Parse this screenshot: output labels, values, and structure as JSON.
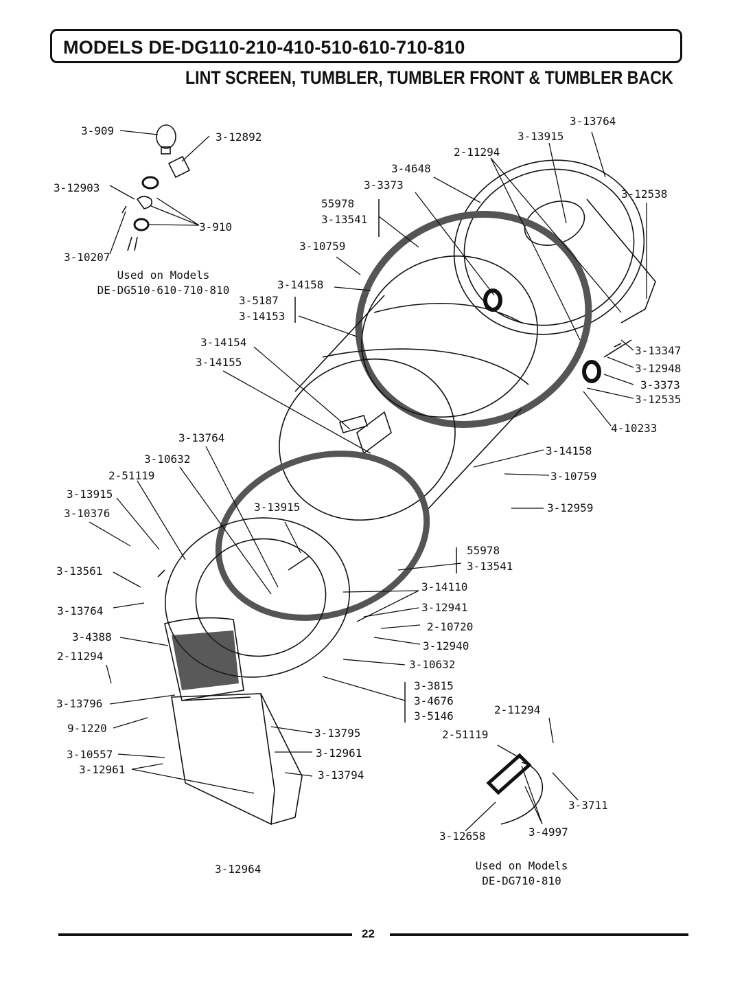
{
  "header": {
    "title": "MODELS DE-DG110-210-410-510-610-710-810",
    "subtitle": "LINT SCREEN, TUMBLER, TUMBLER FRONT & TUMBLER BACK"
  },
  "labels": {
    "l3909": "3-909",
    "l12892": "3-12892",
    "l12903": "3-12903",
    "l910": "3-910",
    "l10207": "3-10207",
    "l13764a": "3-13764",
    "l13915a": "3-13915",
    "l11294a": "2-11294",
    "l4648": "3-4648",
    "l3373a": "3-3373",
    "l55978a": "55978",
    "l13541a": "3-13541",
    "l12538": "3-12538",
    "l10759a": "3-10759",
    "l14158a": "3-14158",
    "l5187": "3-5187",
    "l14153": "3-14153",
    "l14154": "3-14154",
    "l14155": "3-14155",
    "l13347": "3-13347",
    "l12948": "3-12948",
    "l3373b": "3-3373",
    "l12535": "3-12535",
    "l10233": "4-10233",
    "l14158b": "3-14158",
    "l10759b": "3-10759",
    "l12959": "3-12959",
    "l13764b": "3-13764",
    "l10632a": "3-10632",
    "l51119a": "2-51119",
    "l13915b": "3-13915",
    "l10376": "3-10376",
    "l13915c": "3-13915",
    "l55978b": "55978",
    "l13541b": "3-13541",
    "l13561": "3-13561",
    "l14110": "3-14110",
    "l12941": "3-12941",
    "l13764c": "3-13764",
    "l10720": "2-10720",
    "l4388": "3-4388",
    "l12940": "3-12940",
    "l11294b": "2-11294",
    "l10632b": "3-10632",
    "l3815": "3-3815",
    "l4676": "3-4676",
    "l5146": "3-5146",
    "l13796": "3-13796",
    "l11294c": "2-11294",
    "l1220": "9-1220",
    "l13795": "3-13795",
    "l51119b": "2-51119",
    "l10557": "3-10557",
    "l12961a": "3-12961",
    "l12961b": "3-12961",
    "l13794": "3-13794",
    "l3711": "3-3711",
    "l12658": "3-12658",
    "l4997": "3-4997",
    "l12964": "3-12964"
  },
  "notes": {
    "used_on_1_line1": "Used on Models",
    "used_on_1_line2": "DE-DG510-610-710-810",
    "used_on_2_line1": "Used on Models",
    "used_on_2_line2": "DE-DG710-810"
  },
  "footer": {
    "page_number": "22"
  }
}
